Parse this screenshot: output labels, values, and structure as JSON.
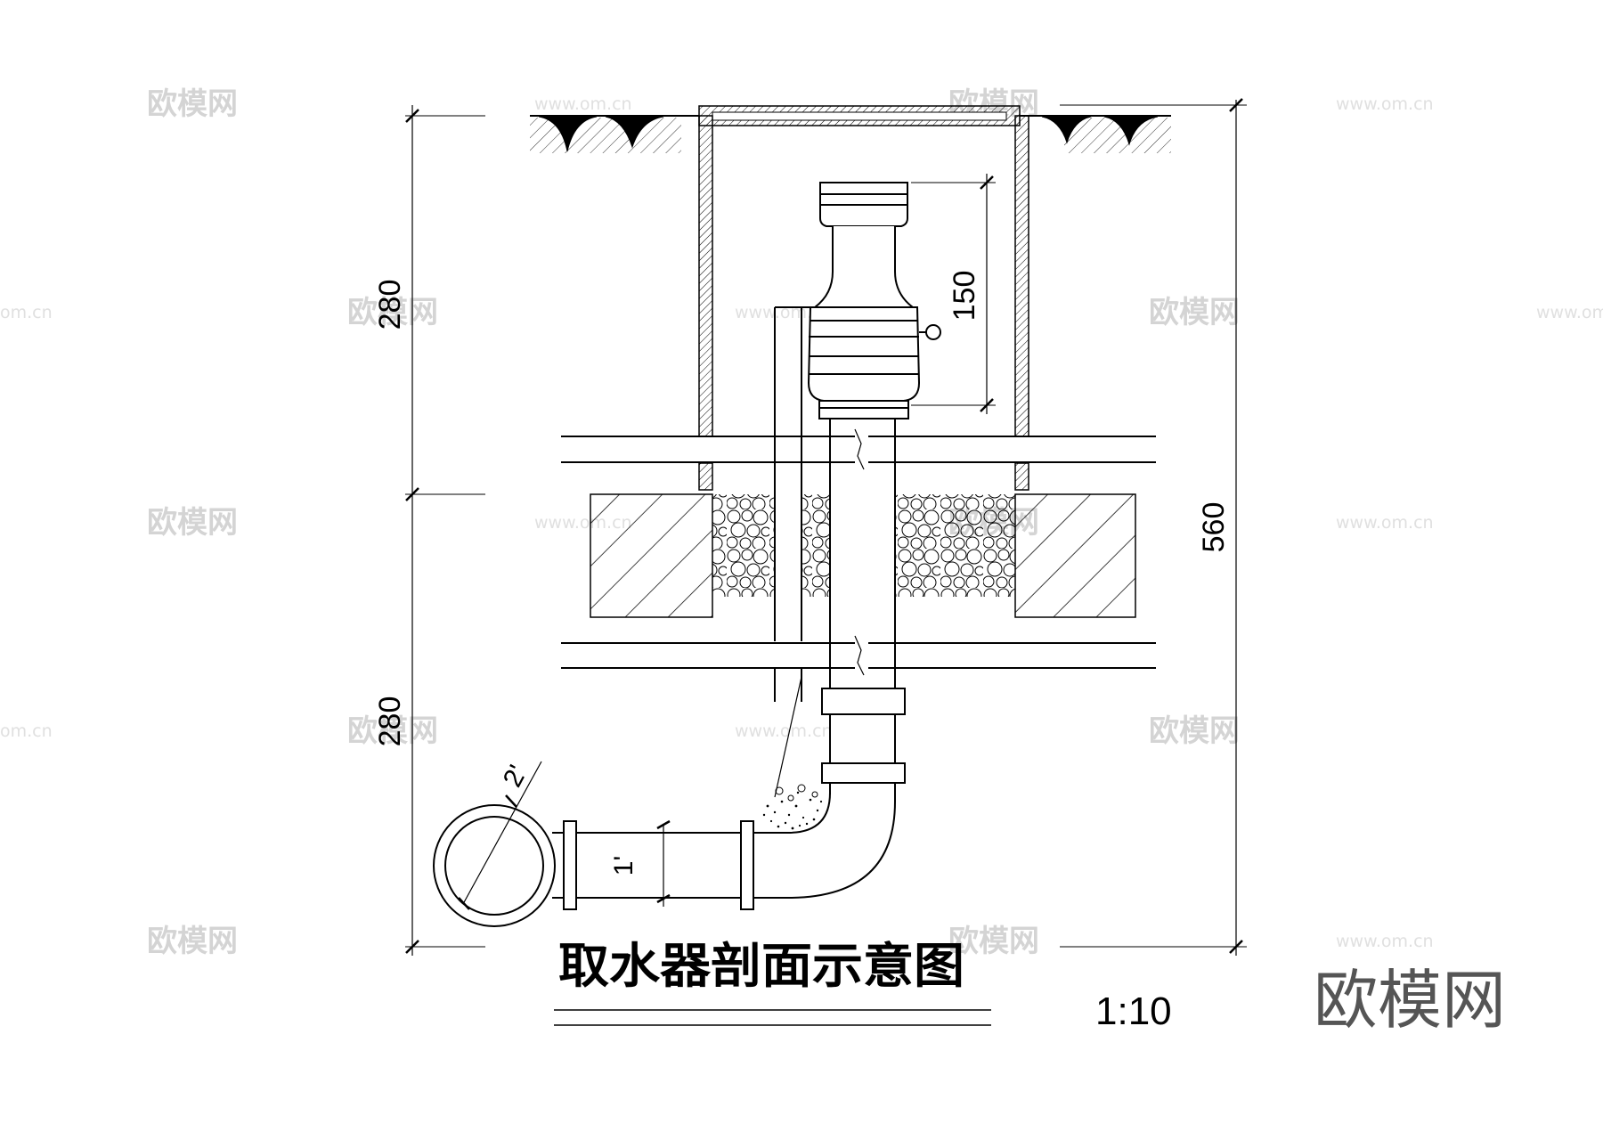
{
  "drawing": {
    "title": "取水器剖面示意图",
    "scale": "1:10"
  },
  "dimensions": {
    "upper_height": "280",
    "lower_height": "280",
    "total_height": "560",
    "device_height": "150",
    "main_pipe": "2'",
    "branch_pipe": "1'"
  },
  "watermark": {
    "brand": "欧模网",
    "url": "www.om.cn",
    "url_partial": "om.cn"
  },
  "colors": {
    "line": "#000000",
    "background": "#ffffff",
    "watermark": "#d4d4d4"
  }
}
